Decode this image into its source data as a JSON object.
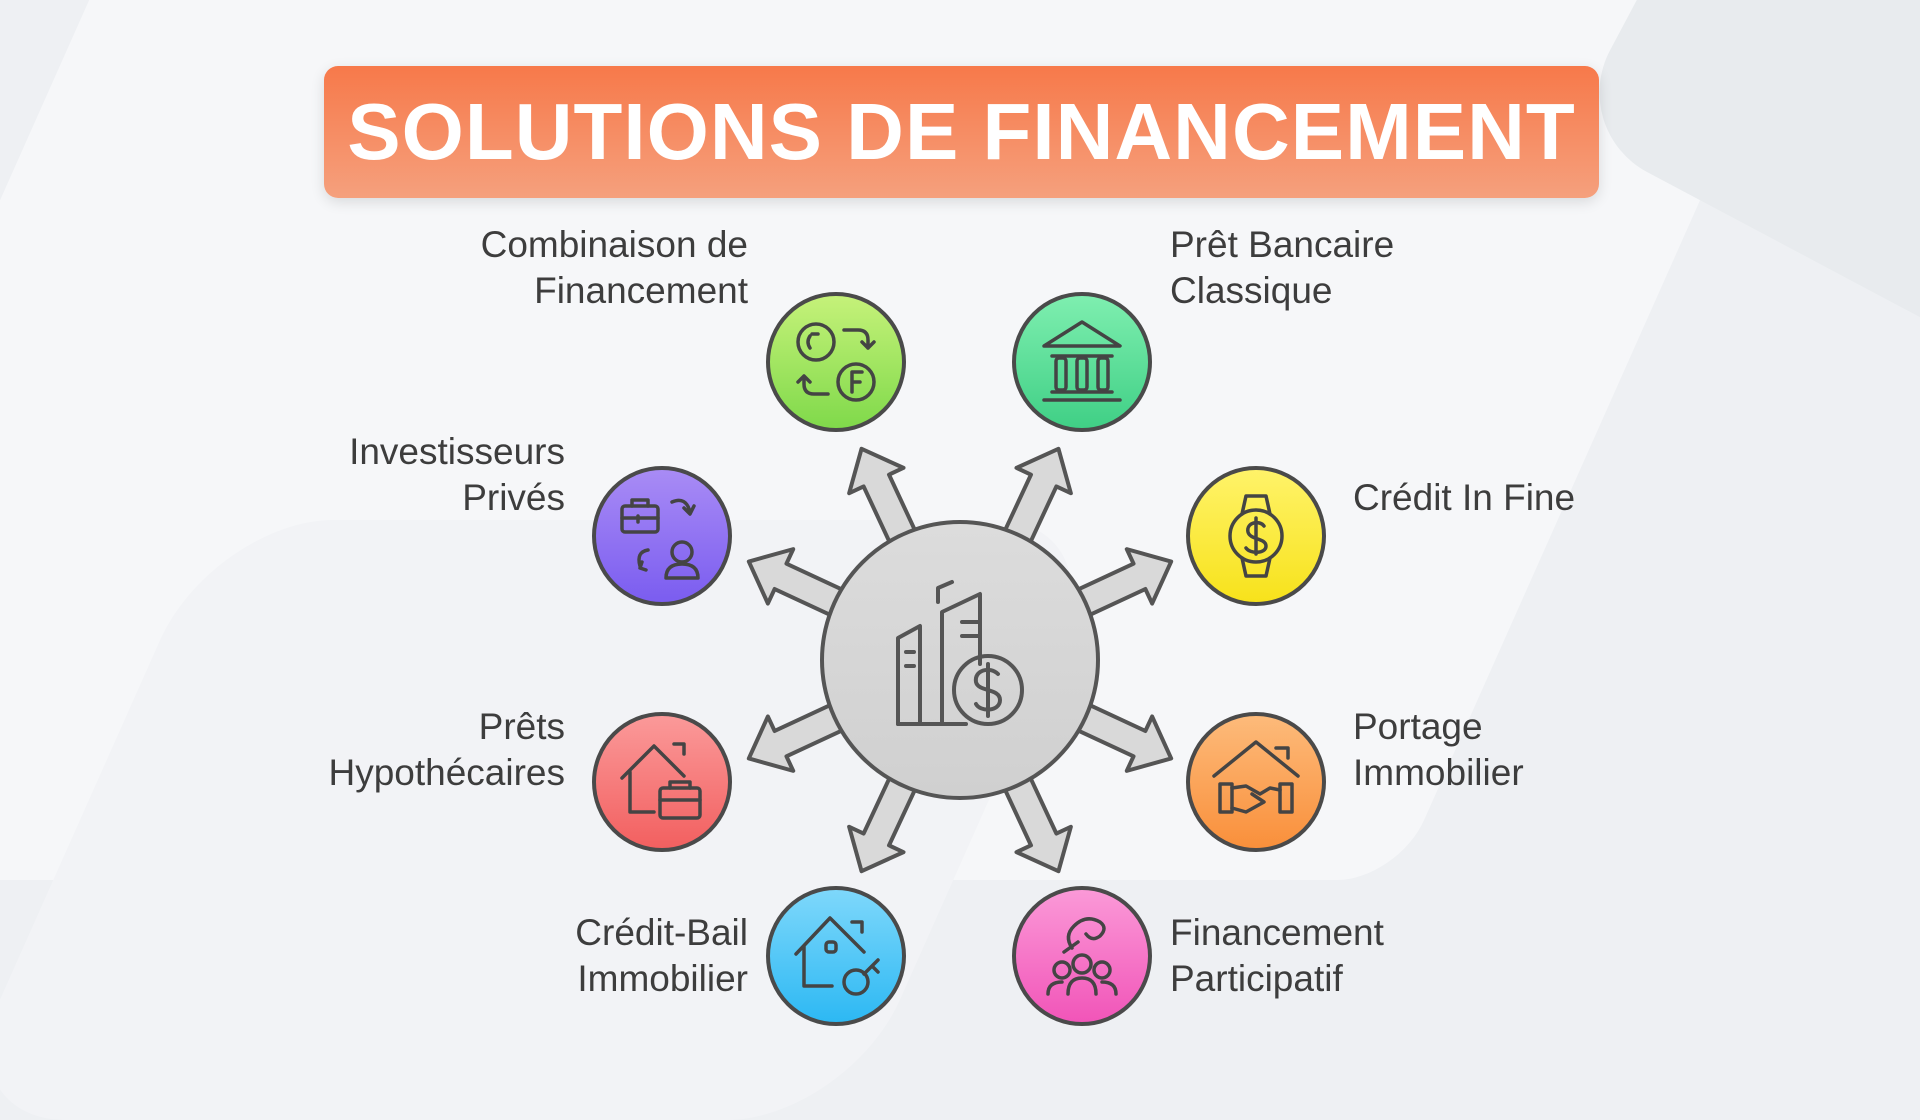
{
  "title": "SOLUTIONS DE FINANCEMENT",
  "center_icon": "buildings-dollar-icon",
  "nodes": [
    {
      "id": "combinaison",
      "line1": "Combinaison de",
      "line2": "Financement",
      "icon": "currency-exchange-icon",
      "color_top": "#c6f27a",
      "color_bottom": "#7fd94a"
    },
    {
      "id": "pret-bancaire",
      "line1": "Prêt Bancaire",
      "line2": "Classique",
      "icon": "bank-icon",
      "color_top": "#7fefb0",
      "color_bottom": "#3fcf85"
    },
    {
      "id": "investisseurs",
      "line1": "Investisseurs",
      "line2": "Privés",
      "icon": "briefcase-person-icon",
      "color_top": "#a98cf5",
      "color_bottom": "#7a5cf0"
    },
    {
      "id": "credit-in-fine",
      "line1": "Crédit In Fine",
      "line2": "",
      "icon": "dollar-watch-icon",
      "color_top": "#fff36a",
      "color_bottom": "#f7e21a"
    },
    {
      "id": "prets-hypothecaires",
      "line1": "Prêts",
      "line2": "Hypothécaires",
      "icon": "house-briefcase-icon",
      "color_top": "#fb9a9a",
      "color_bottom": "#f25f5f"
    },
    {
      "id": "portage",
      "line1": "Portage",
      "line2": "Immobilier",
      "icon": "house-handshake-icon",
      "color_top": "#fdbb7b",
      "color_bottom": "#f98f3a"
    },
    {
      "id": "credit-bail",
      "line1": "Crédit-Bail",
      "line2": "Immobilier",
      "icon": "house-key-icon",
      "color_top": "#7fd8fb",
      "color_bottom": "#2cb8f3"
    },
    {
      "id": "financement-participatif",
      "line1": "Financement",
      "line2": "Participatif",
      "icon": "crowd-hand-icon",
      "color_top": "#fb9ad8",
      "color_bottom": "#f154b8"
    }
  ]
}
